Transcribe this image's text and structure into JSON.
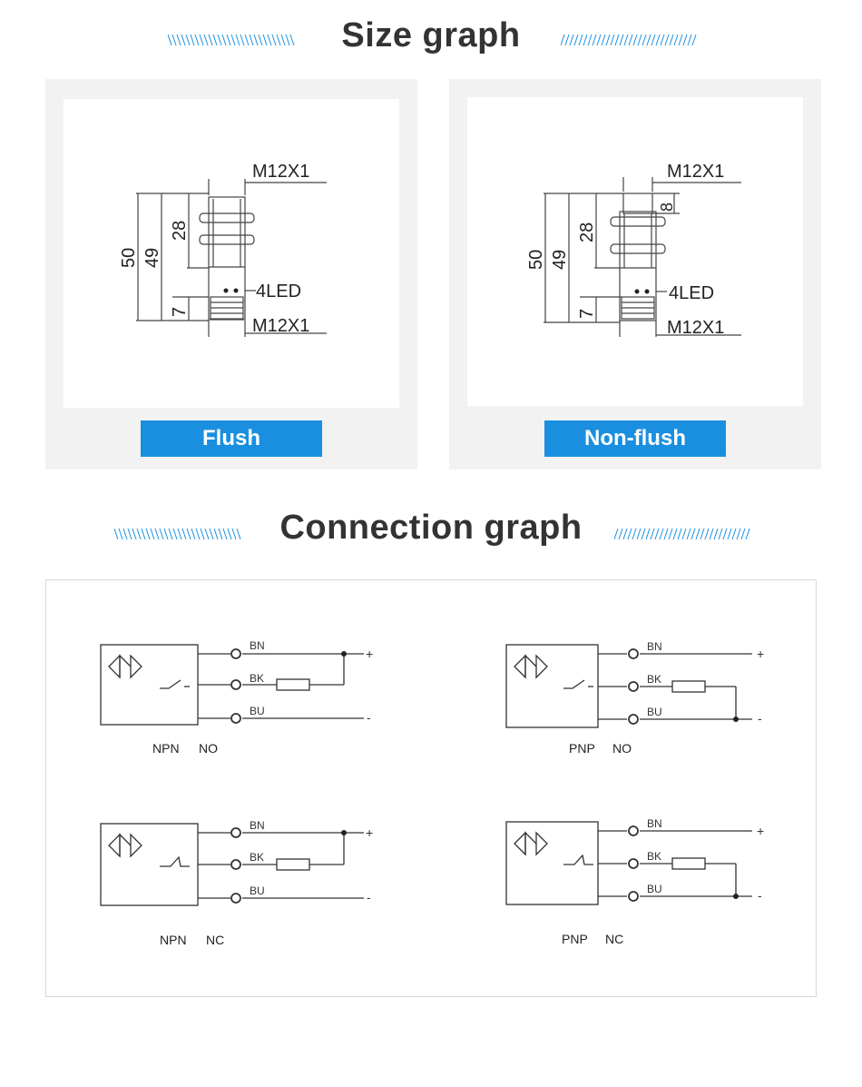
{
  "size_section": {
    "title": "Size graph",
    "flush": {
      "label": "Flush",
      "thread_top": "M12X1",
      "thread_bottom": "M12X1",
      "dim_total": "50",
      "dim_body": "49",
      "dim_thread": "28",
      "dim_cap": "7",
      "led": "4LED"
    },
    "nonflush": {
      "label": "Non-flush",
      "thread_top": "M12X1",
      "thread_bottom": "M12X1",
      "dim_total": "50",
      "dim_body": "49",
      "dim_thread": "28",
      "dim_cap": "7",
      "dim_head": "8",
      "led": "4LED"
    }
  },
  "connection_section": {
    "title": "Connection graph",
    "wire_bn": "BN",
    "wire_bk": "BK",
    "wire_bu": "BU",
    "plus": "+",
    "minus": "-",
    "diagrams": [
      {
        "type": "NPN",
        "contact": "NO"
      },
      {
        "type": "PNP",
        "contact": "NO"
      },
      {
        "type": "NPN",
        "contact": "NC"
      },
      {
        "type": "PNP",
        "contact": "NC"
      }
    ]
  },
  "colors": {
    "accent": "#1a8fe0",
    "panel_bg": "#f2f2f2",
    "title_text": "#333333",
    "line": "#333333"
  }
}
